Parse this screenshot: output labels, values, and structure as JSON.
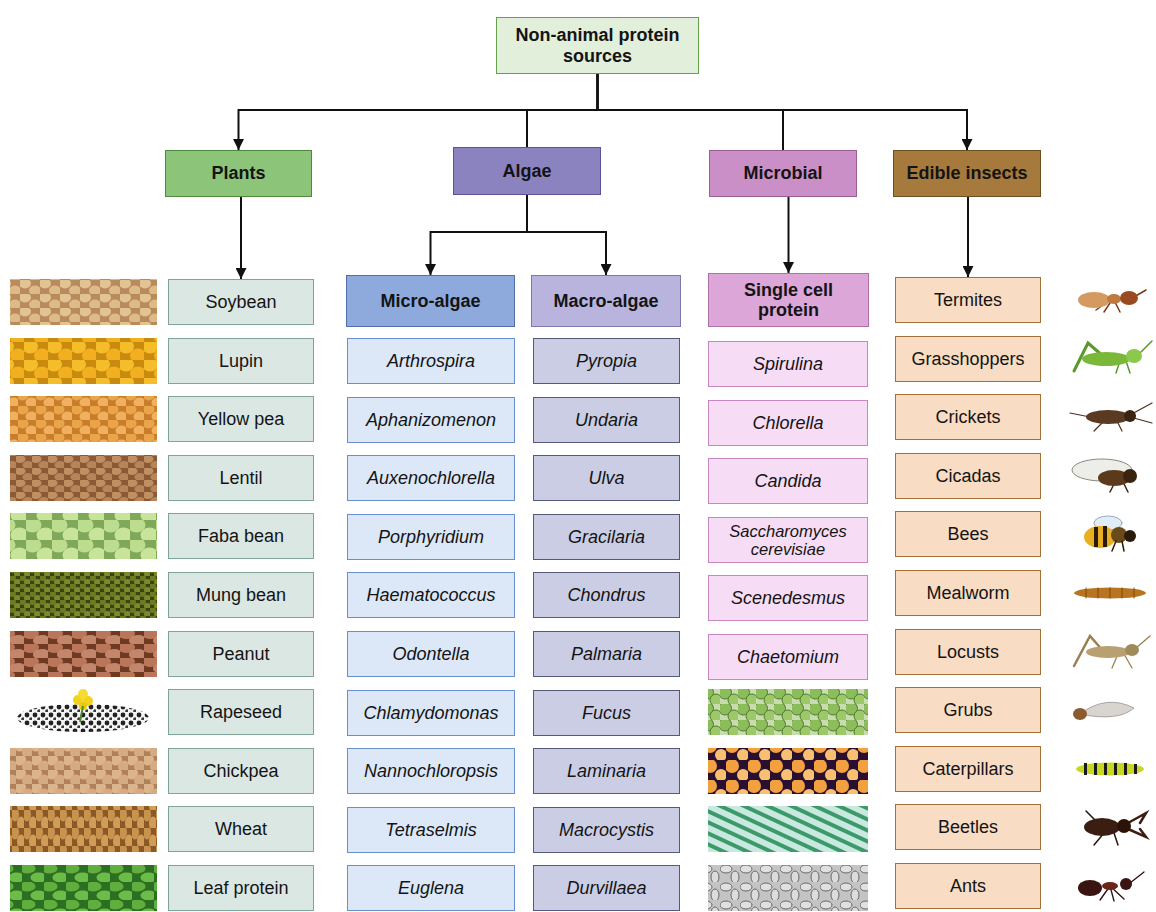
{
  "diagram": {
    "nodes": [
      {
        "text": [
          "Non-animal protein sources"
        ]
      },
      {
        "text": [
          "Plants"
        ]
      },
      {
        "text": [
          "Algae"
        ]
      },
      {
        "text": [
          "Microbial"
        ]
      },
      {
        "text": [
          "Edible insects"
        ]
      },
      {
        "text": [
          "Micro-algae"
        ]
      },
      {
        "text": [
          "Macro-algae"
        ]
      },
      {
        "text": [
          "Single cell protein"
        ]
      },
      {
        "text": [
          "Soybean"
        ]
      },
      {
        "text": [
          "Lupin"
        ]
      },
      {
        "text": [
          "Yellow pea"
        ]
      },
      {
        "text": [
          "Lentil"
        ]
      },
      {
        "text": [
          "Faba bean"
        ]
      },
      {
        "text": [
          "Mung bean"
        ]
      },
      {
        "text": [
          "Peanut"
        ]
      },
      {
        "text": [
          "Rapeseed"
        ]
      },
      {
        "text": [
          "Chickpea"
        ]
      },
      {
        "text": [
          "Wheat"
        ]
      },
      {
        "text": [
          "Leaf protein"
        ]
      },
      {
        "text": [
          "Arthrospira"
        ]
      },
      {
        "text": [
          "Aphanizomenon"
        ]
      },
      {
        "text": [
          "Auxenochlorella"
        ]
      },
      {
        "text": [
          "Porphyridium"
        ]
      },
      {
        "text": [
          "Haematococcus"
        ]
      },
      {
        "text": [
          "Odontella"
        ]
      },
      {
        "text": [
          "Chlamydomonas"
        ]
      },
      {
        "text": [
          "Nannochloropsis"
        ]
      },
      {
        "text": [
          "Tetraselmis"
        ]
      },
      {
        "text": [
          "Euglena"
        ]
      },
      {
        "text": [
          "Pyropia"
        ]
      },
      {
        "text": [
          "Undaria"
        ]
      },
      {
        "text": [
          "Ulva"
        ]
      },
      {
        "text": [
          "Gracilaria"
        ]
      },
      {
        "text": [
          "Chondrus"
        ]
      },
      {
        "text": [
          "Palmaria"
        ]
      },
      {
        "text": [
          "Fucus"
        ]
      },
      {
        "text": [
          "Laminaria"
        ]
      },
      {
        "text": [
          "Macrocystis"
        ]
      },
      {
        "text": [
          "Durvillaea"
        ]
      },
      {
        "text": [
          "Spirulina"
        ]
      },
      {
        "text": [
          "Chlorella"
        ]
      },
      {
        "text": [
          "Candida"
        ]
      },
      {
        "text": [
          "Saccharomyces cerevisiae"
        ]
      },
      {
        "text": [
          "Scenedesmus"
        ]
      },
      {
        "text": [
          "Chaetomium"
        ]
      },
      {
        "text": [
          "Termites"
        ]
      },
      {
        "text": [
          "Grasshoppers"
        ]
      },
      {
        "text": [
          "Crickets"
        ]
      },
      {
        "text": [
          "Cicadas"
        ]
      },
      {
        "text": [
          "Bees"
        ]
      },
      {
        "text": [
          "Mealworm"
        ]
      },
      {
        "text": [
          "Locusts"
        ]
      },
      {
        "text": [
          "Grubs"
        ]
      },
      {
        "text": [
          "Caterpillars"
        ]
      },
      {
        "text": [
          "Beetles"
        ]
      },
      {
        "text": [
          "Ants"
        ]
      }
    ],
    "edges": [
      {
        "from": 0,
        "to": 1,
        "arrow": "to"
      },
      {
        "from": 0,
        "to": 2,
        "arrow": "none"
      },
      {
        "from": 0,
        "to": 3,
        "arrow": "none"
      },
      {
        "from": 0,
        "to": 4,
        "arrow": "to"
      },
      {
        "from": 1,
        "to": 8,
        "arrow": "to"
      },
      {
        "from": 2,
        "to": 5,
        "arrow": "to"
      },
      {
        "from": 2,
        "to": 6,
        "arrow": "to"
      },
      {
        "from": 3,
        "to": 7,
        "arrow": "to"
      },
      {
        "from": 4,
        "to": 45,
        "arrow": "to"
      }
    ]
  }
}
